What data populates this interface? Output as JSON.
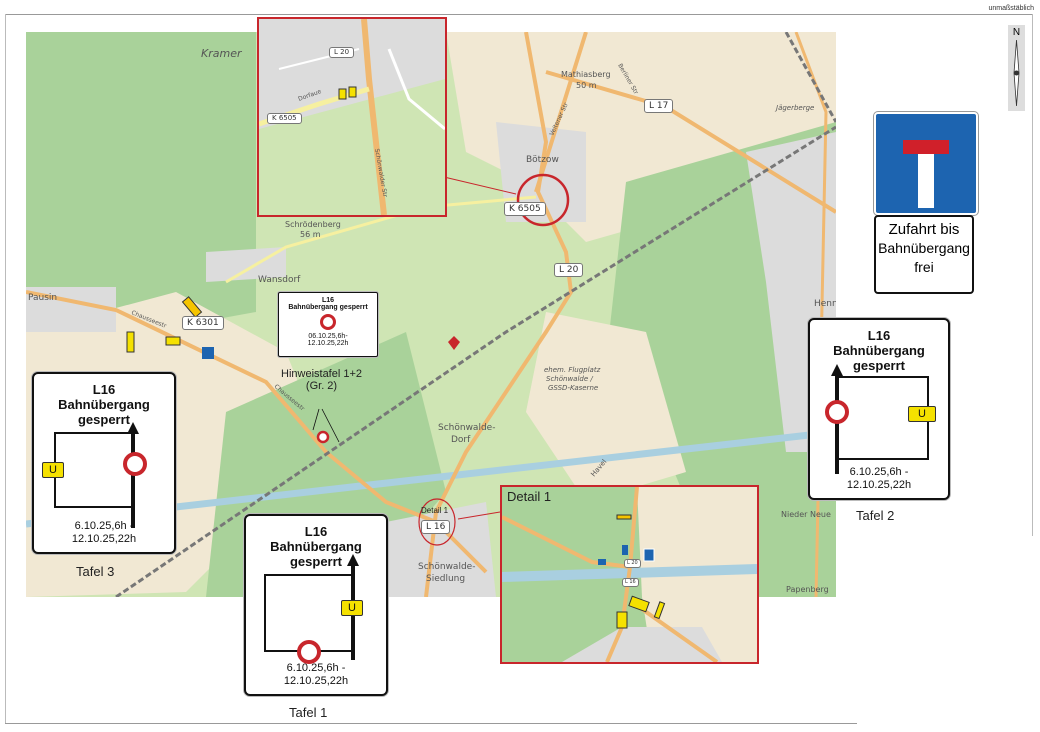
{
  "header": {
    "scale_note": "unmaßstäblich"
  },
  "north_arrow": {
    "label": "N"
  },
  "map": {
    "places": {
      "kramer": "Kramer",
      "mathiasberg": "Mathiasberg",
      "mathiasberg_elev": "50 m",
      "boetzow": "Bötzow",
      "jaegerberge": "Jägerberge",
      "schroedenberg": "Schrödenberg",
      "schroedenberg_elev": "56 m",
      "wansdorf": "Wansdorf",
      "pausin": "Pausin",
      "henn": "Henn",
      "schoenwalde_dorf_1": "Schönwalde-",
      "schoenwalde_dorf_2": "Dorf",
      "flugplatz_1": "ehem. Flugplatz",
      "flugplatz_2": "Schönwalde /",
      "flugplatz_3": "GSSD-Kaserne",
      "schoenwalde_siedlung_1": "Schönwalde-",
      "schoenwalde_siedlung_2": "Siedlung",
      "nieder_neuendorf": "Nieder Neue",
      "papenberg": "Papenberg"
    },
    "streets": {
      "berliner_str": "Berliner Str",
      "veltener_str": "Veltener Str",
      "chausseestr": "Chausseestr",
      "havel": "Havel"
    },
    "shields": {
      "l17": "L 17",
      "k6505": "K 6505",
      "l20": "L 20",
      "k6301": "K 6301",
      "l16": "L 16"
    },
    "detail_marker": "Detail 1",
    "hinweis_label_1": "Hinweistafel 1+2",
    "hinweis_label_2": "(Gr. 2)"
  },
  "inset_top": {
    "shields": {
      "l20": "L 20",
      "k6505": "K 6505"
    },
    "streets": {
      "dorfaue": "Dorfaue",
      "schoenwalder_str": "Schönwalder Str"
    }
  },
  "inset_detail": {
    "title": "Detail 1",
    "shield_l16": "L 16",
    "shield_l20": "L 20"
  },
  "hinweistafel": {
    "road": "L16",
    "text": "Bahnübergang gesperrt",
    "date_1": "06.10.25,6h-",
    "date_2": "12.10.25,22h"
  },
  "dead_end_sign": {
    "line_1": "Zufahrt bis",
    "line_2": "Bahnübergang",
    "line_3": "frei"
  },
  "tafeln": [
    {
      "label": "Tafel 1",
      "road": "L16",
      "text": "Bahnübergang gesperrt",
      "detour": "U",
      "date_1": "6.10.25,6h -",
      "date_2": "12.10.25,22h"
    },
    {
      "label": "Tafel 2",
      "road": "L16",
      "text": "Bahnübergang gesperrt",
      "detour": "U",
      "date_1": "6.10.25,6h -",
      "date_2": "12.10.25,22h"
    },
    {
      "label": "Tafel 3",
      "road": "L16",
      "text": "Bahnübergang gesperrt",
      "detour": "U",
      "date_1": "6.10.25,6h -",
      "date_2": "12.10.25,22h"
    }
  ],
  "colors": {
    "closure_red": "#c8262c",
    "sign_blue": "#1d64b0",
    "detour_yellow": "#f5e100",
    "road_orange": "#f0b870"
  }
}
